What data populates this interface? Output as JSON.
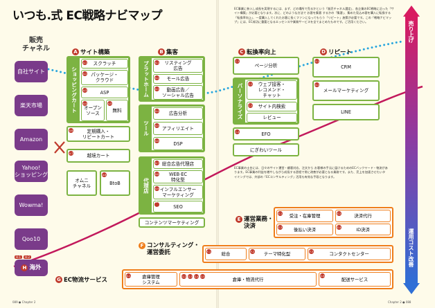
{
  "title": "いつも.式 EC戦略ナビマップ",
  "intro": "EC事業に参入し成長を実現するには、まず、どの場所で売るかという「販売チャネル選定」、各企業のEC戦略に沿った「サイト構築」が必要となります。次に、どのような方法で お客を集客 するかの「集客」、集めた見込み客を購入に転換する「転換率向上」、一度購入してくれたお客に長くファンになってもらう「リピート」施策が必要です。この「戦略ナビマップ」には、EC成功に重要となるエッセンスや業務サービスを全てまとめたものです。ご活用ください。",
  "lead_text": "EC事業の土台には、日々のサイト運営・顧客対応、注文から お客様の手元に届けるためのECバックヤード・物流があります。EC事業の利益を増やしながら成長する過程で常に改善が必要となる業務です。また、売上を加速させたいタイミングでは、外部の「ECコンサルティング」活用も有効な手段となります。",
  "channel_heading": "販売\nチャネル",
  "channels": [
    "自社サイト",
    "楽天市場",
    "Amazon",
    "Yahoo!\nショッピング",
    "Wowma!",
    "Qoo10"
  ],
  "overseas": {
    "label": "海外",
    "codes": [
      "H-1",
      "H-2"
    ],
    "badge": "H"
  },
  "sections": {
    "A": {
      "label": "サイト構築",
      "band": "ショッピングカート"
    },
    "B": {
      "label": "集客",
      "band1": "プラットホーム",
      "band2": "ツール",
      "band3": "代理店"
    },
    "C": {
      "label": "転換率向上",
      "band": "パーソナライズ"
    },
    "D": {
      "label": "リピート"
    },
    "E": {
      "label": "運営業務・\n決済"
    },
    "F": {
      "label": "コンサルティング・\n運営委託"
    },
    "G": {
      "label": "EC物流サービス"
    }
  },
  "a_items": {
    "scratch": {
      "num": "A-1",
      "label": "スクラッチ"
    },
    "package": {
      "num": "A-2",
      "label": "パッケージ・\nクラウド"
    },
    "asp": {
      "num": "A-3",
      "label": "ASP"
    },
    "oss": {
      "num": "A-4",
      "label": "オープン\nソース"
    },
    "free": {
      "num": "A-5",
      "label": "無料"
    },
    "subscription": {
      "num": "A-6",
      "label": "定期購入・\nリピートカート"
    },
    "crossborder": {
      "num": "A-7",
      "label": "越境カート"
    },
    "omni": {
      "label": "オムニ\nチャネル"
    },
    "btob": {
      "num": "A-8",
      "label": "BtoB"
    }
  },
  "b_items": {
    "listing": {
      "num": "B-1",
      "label": "リスティング\n広告"
    },
    "mall": {
      "num": "B-2",
      "label": "モール広告"
    },
    "video": {
      "num": "B-3",
      "label": "動画広告／\nソーシャル広告"
    },
    "analytics": {
      "num": "B-4",
      "label": "広告分析"
    },
    "affiliate": {
      "num": "B-5",
      "label": "アフィリエイト"
    },
    "dsp": {
      "num": "B-6",
      "label": "DSP"
    },
    "agency": {
      "num": "B-7",
      "label": "総合広告代理店"
    },
    "webec": {
      "num": "B-8",
      "label": "WEB·EC\n特化型"
    },
    "influencer": {
      "num": "B-9",
      "label": "インフルエンサー\nマーケティング"
    },
    "seo": {
      "num": "B-10",
      "label": "SEO"
    },
    "content": {
      "label": "コンテンツマーケティング"
    }
  },
  "c_items": {
    "page": {
      "num": "C-1",
      "label": "ページ分析"
    },
    "web": {
      "num": "C-2",
      "label": "ウェブ接客・\nレコメンド・\nチャット"
    },
    "search": {
      "num": "C-3",
      "label": "サイト内検索"
    },
    "review": {
      "label": "レビュー"
    },
    "efo": {
      "num": "C-4",
      "label": "EFO"
    },
    "niche": {
      "label": "にぎわいツール"
    }
  },
  "d_items": {
    "crm": {
      "num": "D-1",
      "label": "CRM"
    },
    "mail": {
      "num": "D-2",
      "label": "メールマーケティング"
    },
    "line": {
      "label": "LINE"
    }
  },
  "e_items": {
    "order": {
      "num": "E-1",
      "label": "受注・在庫管理"
    },
    "settlement": {
      "num": "E-2",
      "label": "決済代行"
    },
    "postpay": {
      "num": "E-3",
      "label": "後払い決済"
    },
    "id": {
      "num": "E-4",
      "label": "ID決済"
    }
  },
  "f_items": {
    "total": {
      "num": "F-1",
      "label": "総合"
    },
    "theme": {
      "num": "F-2",
      "label": "テーマ特化型"
    },
    "contact": {
      "num": "F-3",
      "label": "コンタクトセンター"
    }
  },
  "g_items": {
    "warehouse_sys": {
      "num": "G-1",
      "label": "倉庫管理\nシステム"
    },
    "warehouse": {
      "nums": [
        "G-2",
        "G-3",
        "G-4",
        "G-5"
      ],
      "label": "倉庫・物流代行"
    },
    "delivery": {
      "num": "G-6",
      "label": "配送サービス"
    }
  },
  "axis": {
    "top": "売り上げ",
    "bottom": "運用コスト改善"
  },
  "footer": {
    "left": "089 ● Chapter 2",
    "right": "Chapter 2 ● 088"
  },
  "colors": {
    "green": "#7cb342",
    "orange": "#ef7d1a",
    "purple": "#7a3b8a",
    "red": "#c0392b",
    "curve": "#c2185b",
    "dots": "#29a6de"
  }
}
